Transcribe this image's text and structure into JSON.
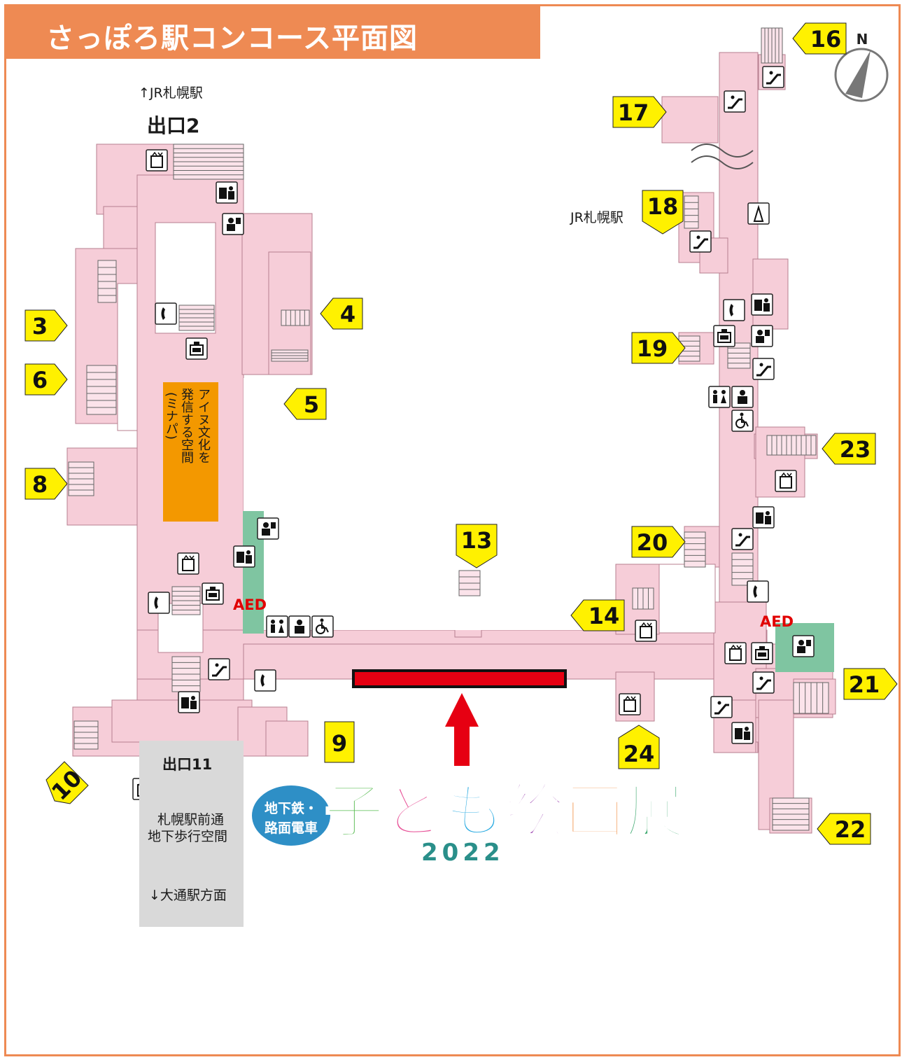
{
  "title": "さっぽろ駅コンコース平面図",
  "compass_label": "N",
  "exit2": {
    "arrow": "↑",
    "sub": "JR札幌駅",
    "label": "出口2"
  },
  "jr_label_right": "JR札幌駅",
  "exit11": {
    "label": "出口11",
    "line1": "札幌駅前通",
    "line2": "地下歩行空間",
    "arrow": "↓",
    "direction": "大通駅方面"
  },
  "ainu_space": {
    "col1": "アイヌ文化を",
    "col2": "発信する空間",
    "col3": "(ミナパ)"
  },
  "aed_label": "AED",
  "exits": [
    "3",
    "4",
    "5",
    "6",
    "8",
    "9",
    "10",
    "13",
    "14",
    "16",
    "17",
    "18",
    "19",
    "20",
    "21",
    "22",
    "23",
    "24"
  ],
  "exhibition": {
    "badge_line1": "地下鉄・",
    "badge_line2": "路面電車",
    "title_chars": [
      "子",
      "ど",
      "も",
      "絵",
      "画",
      "展"
    ],
    "title_colors": [
      "#4fb848",
      "#e8579b",
      "#27a9e1",
      "#a24fb5",
      "#f08a3c",
      "#3aa76d"
    ],
    "year": "2022"
  },
  "colors": {
    "concourse": "#f6cdd8",
    "accent_orange": "#ee8a53",
    "exit_tag": "#fff100",
    "ainu_space": "#f39800",
    "green_area": "#7fc5a1",
    "highlight_bar": "#e60012",
    "arrow": "#e60012",
    "walkway": "#d9d9d9"
  },
  "icons": [
    "elevator-icon",
    "escalator-icon",
    "stairs-icon",
    "telephone-icon",
    "coin-locker-icon",
    "ticket-machine-icon",
    "station-staff-icon",
    "restroom-icon",
    "multipurpose-restroom-icon",
    "wheelchair-icon",
    "nursing-room-icon",
    "aed-icon",
    "compass-icon"
  ]
}
